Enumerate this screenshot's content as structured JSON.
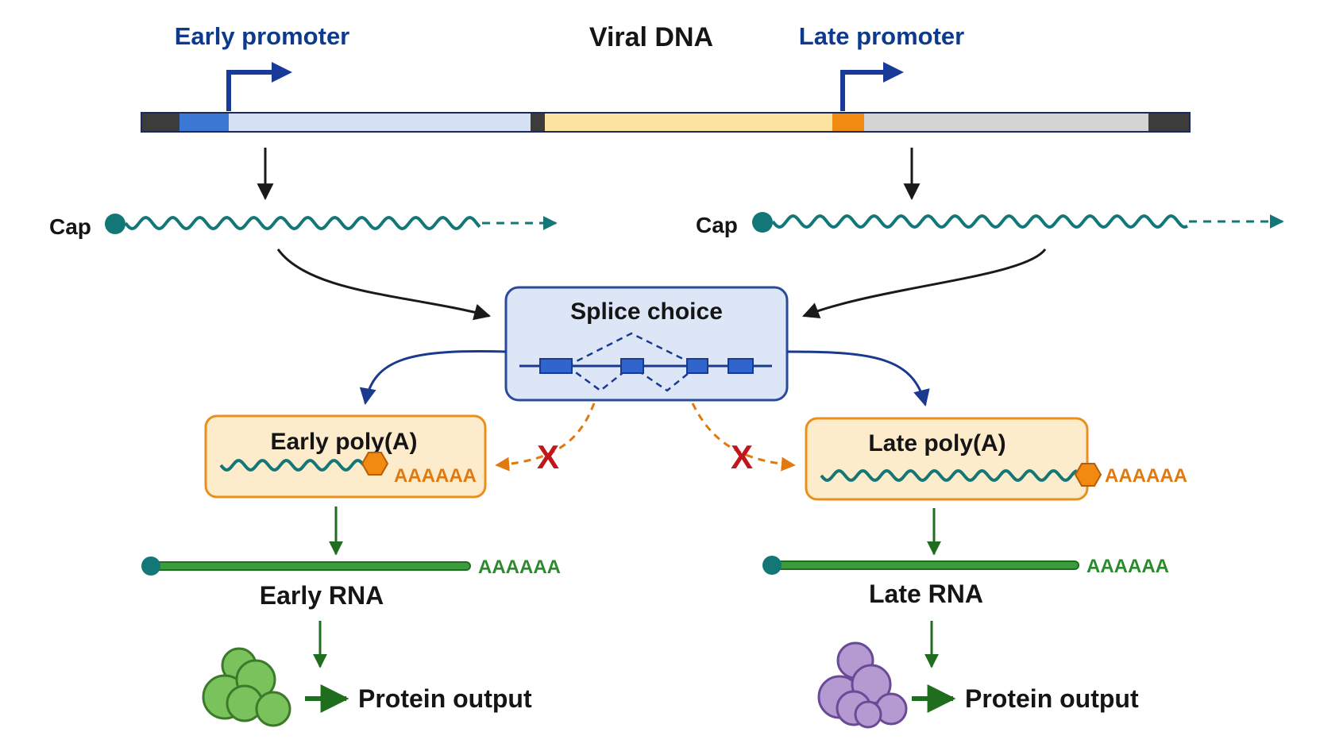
{
  "title": "Viral DNA",
  "promoters": {
    "early": "Early promoter",
    "late": "Late promoter"
  },
  "cap_labels": {
    "left": "Cap",
    "right": "Cap"
  },
  "splice_box": {
    "title": "Splice choice"
  },
  "polya_boxes": {
    "early": {
      "title": "Early poly(A)",
      "tail": "AAAAAA"
    },
    "late": {
      "title": "Late poly(A)",
      "tail": "AAAAAA"
    }
  },
  "blocked": {
    "left": "X",
    "right": "X"
  },
  "mature_rna": {
    "early": {
      "tail": "AAAAAA",
      "label": "Early RNA"
    },
    "late": {
      "tail": "AAAAAA",
      "label": "Late RNA"
    }
  },
  "protein": {
    "early": "Protein output",
    "late": "Protein output"
  },
  "colors": {
    "early_region": "#d6e0f5",
    "early_promoter_block": "#3a78d4",
    "late_region": "#fde3a0",
    "late_promoter_block": "#f08a10",
    "late_gene": "#d4d4d4",
    "dna_outline": "#1a2a5e",
    "transcript": "#137777",
    "spliced_box_fill": "#dde6f6",
    "spliced_box_stroke": "#2a4a9a",
    "polya_box_fill": "#fdeccc",
    "polya_box_stroke": "#eb8f1c",
    "mature_rna": "#3c9b3c",
    "early_protein": "#7ac25c",
    "late_protein": "#b59ad1",
    "blocked_x": "#c0161c"
  },
  "icons": [
    "promoter-arrow-icon",
    "cap-icon",
    "polya-hexagon-icon",
    "protein-blob-icon"
  ]
}
